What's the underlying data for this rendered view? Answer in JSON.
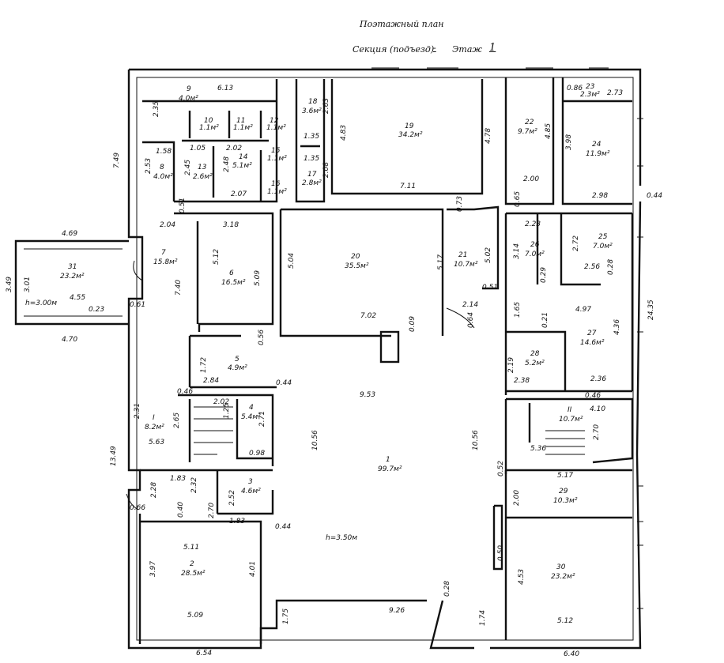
{
  "header": {
    "title": "Поэтажный план",
    "section_label": "Секция (подъезд)",
    "section_value": "-",
    "floor_label": "Этаж",
    "floor_value": "1"
  },
  "rooms": [
    {
      "id": "r1",
      "number": "1",
      "area": "99.7м²"
    },
    {
      "id": "r2",
      "number": "2",
      "area": "28.5м²"
    },
    {
      "id": "r3",
      "number": "3",
      "area": "4.6м²"
    },
    {
      "id": "r4",
      "number": "4",
      "area": "5.4м²"
    },
    {
      "id": "r5",
      "number": "5",
      "area": "4.9м²"
    },
    {
      "id": "r6",
      "number": "6",
      "area": "16.5м²"
    },
    {
      "id": "r7",
      "number": "7",
      "area": "15.8м²"
    },
    {
      "id": "r8",
      "number": "8",
      "area": "4.0м²"
    },
    {
      "id": "r9",
      "number": "9",
      "area": "4.0м²"
    },
    {
      "id": "r10",
      "number": "10",
      "area": "1.1м²"
    },
    {
      "id": "r11",
      "number": "11",
      "area": "1.1м²"
    },
    {
      "id": "r12",
      "number": "12",
      "area": "1.1м²"
    },
    {
      "id": "r13",
      "number": "13",
      "area": "2.6м²"
    },
    {
      "id": "r14",
      "number": "14",
      "area": "5.1м²"
    },
    {
      "id": "r15",
      "number": "15",
      "area": "1.1м²"
    },
    {
      "id": "r16",
      "number": "16",
      "area": "1.1м²"
    },
    {
      "id": "r17",
      "number": "17",
      "area": "2.8м²"
    },
    {
      "id": "r18",
      "number": "18",
      "area": "3.6м²"
    },
    {
      "id": "r19",
      "number": "19",
      "area": "34.2м²"
    },
    {
      "id": "r20",
      "number": "20",
      "area": "35.5м²"
    },
    {
      "id": "r21",
      "number": "21",
      "area": "10.7м²"
    },
    {
      "id": "r22",
      "number": "22",
      "area": "9.7м²"
    },
    {
      "id": "r23",
      "number": "23",
      "area": "2.3м²"
    },
    {
      "id": "r24",
      "number": "24",
      "area": "11.9м²"
    },
    {
      "id": "r25",
      "number": "25",
      "area": "7.0м²"
    },
    {
      "id": "r26",
      "number": "26",
      "area": "7.0м²"
    },
    {
      "id": "r27",
      "number": "27",
      "area": "14.6м²"
    },
    {
      "id": "r28",
      "number": "28",
      "area": "5.2м²"
    },
    {
      "id": "r29",
      "number": "29",
      "area": "10.3м²"
    },
    {
      "id": "r30",
      "number": "30",
      "area": "23.2м²"
    },
    {
      "id": "r31",
      "number": "31",
      "area": "23.2м²"
    },
    {
      "id": "rII",
      "number": "II",
      "area": "10.7м²"
    },
    {
      "id": "rI",
      "number": "I",
      "area": "8.2м²"
    }
  ],
  "heights": {
    "main": "h=3.50м",
    "annex": "h=3.00м"
  },
  "dims": {
    "d613": "6.13",
    "d235": "2.35",
    "d158": "1.58",
    "d253": "2.53",
    "d105": "1.05",
    "d202a": "2.02",
    "d245": "2.45",
    "d248": "2.48",
    "d207": "2.07",
    "d749": "7.49",
    "d051": "0.51",
    "d204": "2.04",
    "d318": "3.18",
    "d469": "4.69",
    "d349a": "3.49",
    "d301": "3.01",
    "d455": "4.55",
    "d023": "0.23",
    "d470": "4.70",
    "d061": "0.61",
    "d740": "7.40",
    "d512": "5.12",
    "d509a": "5.09",
    "d504": "5.04",
    "d517a": "5.17",
    "d702": "7.02",
    "d009": "0.09",
    "d056": "0.56",
    "d172": "1.72",
    "d284": "2.84",
    "d044a": "0.44",
    "d046a": "0.46",
    "d202b": "2.02",
    "d125": "1.25",
    "d271": "2.71",
    "d231": "2.31",
    "d265": "2.65",
    "d563": "5.63",
    "d098": "0.98",
    "d1349": "13.49",
    "d183a": "1.83",
    "d232": "2.32",
    "d228": "2.28",
    "d066": "0.66",
    "d040": "0.40",
    "d270a": "2.70",
    "d252": "2.52",
    "d183b": "1.83",
    "d044b": "0.44",
    "d511": "5.11",
    "d397": "3.97",
    "d401": "4.01",
    "d509b": "5.09",
    "d175": "1.75",
    "d654": "6.54",
    "d953": "9.53",
    "d1056a": "10.56",
    "d1056b": "10.56",
    "d926": "9.26",
    "d028": "0.28",
    "d174": "1.74",
    "d483": "4.83",
    "d263": "2.63",
    "d135a": "1.35",
    "d135b": "1.35",
    "d208": "2.08",
    "d711": "7.11",
    "d478": "4.78",
    "d073": "0.73",
    "d502": "5.02",
    "d051b": "0.51",
    "d214": "2.14",
    "d064": "0.64",
    "d065": "0.65",
    "d086": "0.86",
    "d273": "2.73",
    "d485": "4.85",
    "d200a": "2.00",
    "d398": "3.98",
    "d298": "2.98",
    "d044c": "0.44",
    "d223": "2.23",
    "d314": "3.14",
    "d272": "2.72",
    "d256": "2.56",
    "d029": "0.29",
    "d028b": "0.28",
    "d165": "1.65",
    "d497": "4.97",
    "d021": "0.21",
    "d436": "4.36",
    "d219": "2.19",
    "d238": "2.38",
    "d236": "2.36",
    "d046b": "0.46",
    "d410": "4.10",
    "d270b": "2.70",
    "d536": "5.36",
    "d052": "0.52",
    "d517b": "5.17",
    "d200b": "2.00",
    "d050": "0.50",
    "d453": "4.53",
    "d512b": "5.12",
    "d640": "6.40",
    "d2435": "24.35"
  }
}
